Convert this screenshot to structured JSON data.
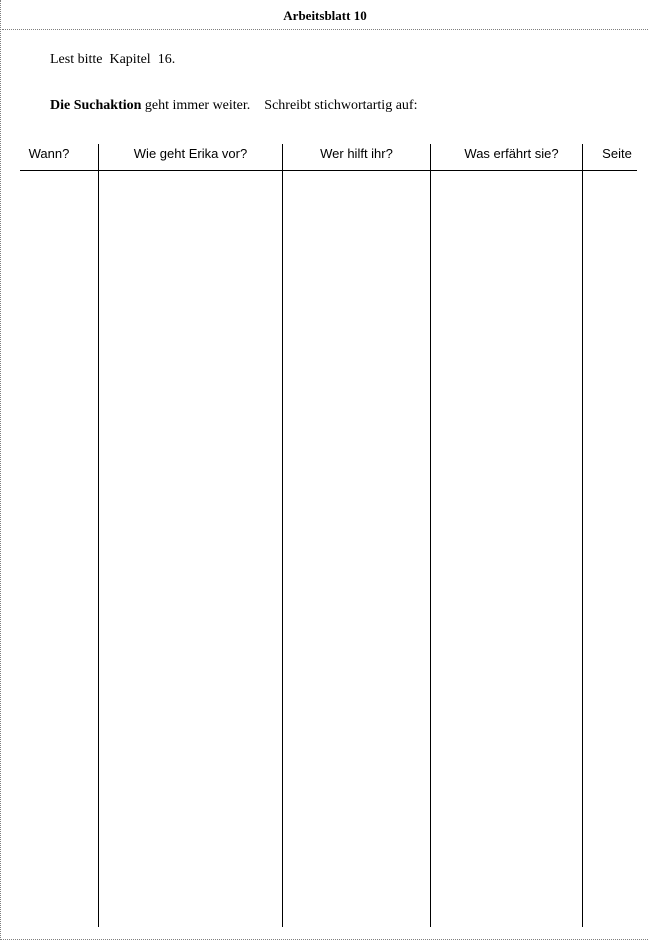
{
  "header": {
    "title": "Arbeitsblatt 10"
  },
  "intro": {
    "line1": "Lest bitte  Kapitel  16.",
    "line2_bold": "Die Suchaktion",
    "line2_rest": " geht immer weiter.    Schreibt stichwortartig auf:"
  },
  "table": {
    "columns": [
      "Wann?",
      "Wie geht Erika vor?",
      "Wer hilft ihr?",
      "Was erfährt sie?",
      "Seite"
    ]
  }
}
